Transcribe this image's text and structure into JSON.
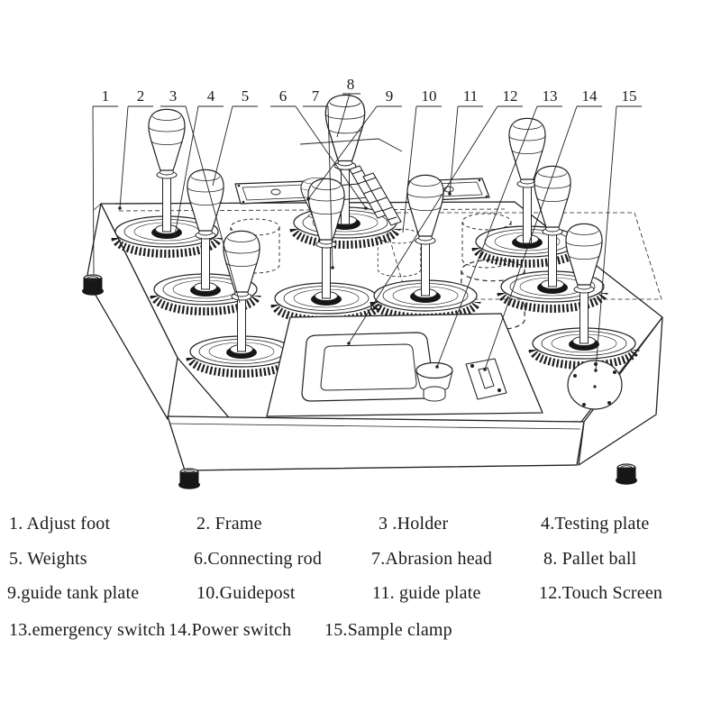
{
  "colors": {
    "paper": "#ffffff",
    "line": "#222222",
    "legend_bg": "#f0f0f0",
    "text": "#1a1a1a"
  },
  "diagram": {
    "description": "Isometric line drawing of a multi-station Martindale abrasion testing machine",
    "callout_numbers": [
      "1",
      "2",
      "3",
      "4",
      "5",
      "6",
      "7",
      "8",
      "9",
      "10",
      "11",
      "12",
      "13",
      "14",
      "15"
    ]
  },
  "legend": {
    "items": [
      "1. Adjust foot",
      "2. Frame",
      "3 .Holder",
      "4.Testing plate",
      "5. Weights",
      "6.Connecting rod",
      "7.Abrasion head",
      "8. Pallet ball",
      "9.guide tank plate",
      "10.Guidepost",
      "11. guide plate",
      "12.Touch Screen",
      "13.emergency switch",
      "14.Power switch",
      "15.Sample clamp"
    ]
  }
}
